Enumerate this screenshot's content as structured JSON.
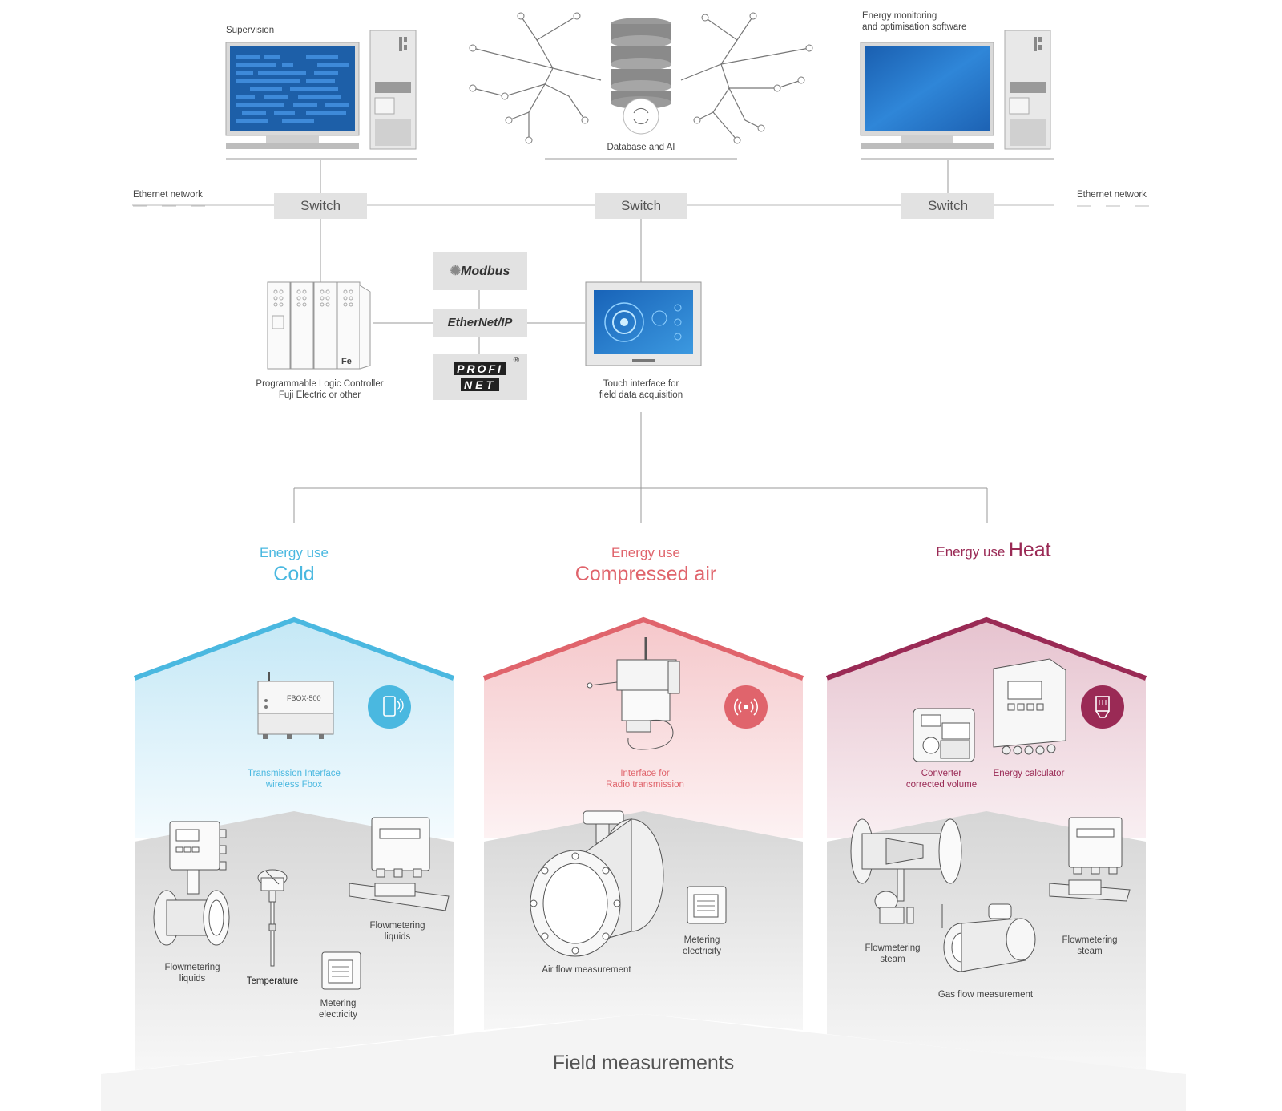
{
  "top": {
    "supervision_label": "Supervision",
    "energy_software_label": "Energy monitoring\nand optimisation software",
    "database_label": "Database and AI",
    "ethernet_left": "Ethernet network",
    "ethernet_right": "Ethernet network"
  },
  "switches": [
    "Switch",
    "Switch",
    "Switch"
  ],
  "protocols": {
    "modbus": "Modbus",
    "ethernetip": "EtherNet/IP",
    "profinet_line1": "PROFI",
    "profinet_line2": "NET",
    "registered": "®"
  },
  "middle": {
    "plc_label": "Programmable Logic Controller\nFuji Electric or other",
    "touch_label": "Touch interface for\nfield data acquisition"
  },
  "sections": {
    "cold": {
      "small": "Energy use",
      "big": "Cold",
      "color": "#4ab8e0",
      "device_label": "Transmission Interface\nwireless Fbox",
      "device_text": "FBOX-500",
      "measurements": [
        "Flowmetering\nliquids",
        "Temperature",
        "Metering\nelectricity",
        "Flowmetering\nliquids"
      ]
    },
    "air": {
      "small": "Energy use",
      "big": "Compressed air",
      "color": "#e0646c",
      "device_label": "Interface for\nRadio transmission",
      "measurements": [
        "Air flow measurement",
        "Metering\nelectricity"
      ]
    },
    "heat": {
      "small": "Energy use",
      "big": "Heat",
      "color": "#9a2a55",
      "device_label_1": "Converter\ncorrected volume",
      "device_label_2": "Energy calculator",
      "measurements": [
        "Flowmetering\nsteam",
        "Gas flow measurement",
        "Flowmetering\nsteam"
      ]
    }
  },
  "footer": {
    "title": "Field measurements"
  }
}
